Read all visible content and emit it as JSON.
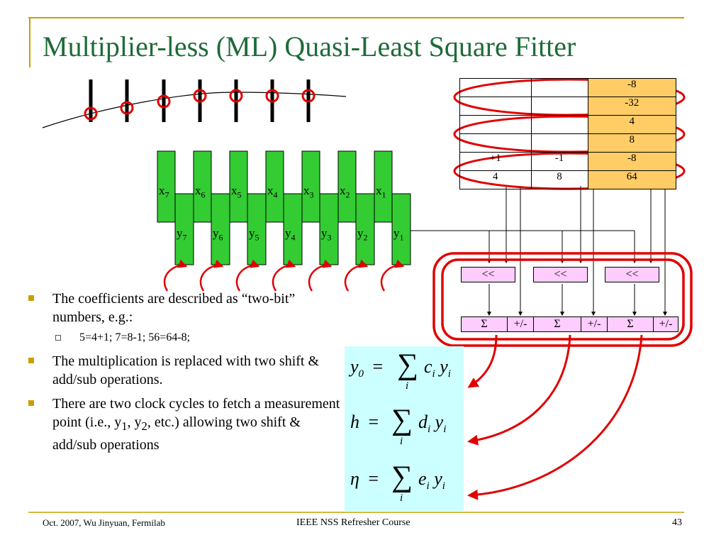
{
  "title": "Multiplier-less (ML) Quasi-Least Square Fitter",
  "registers": [
    {
      "x": "x",
      "xs": "7",
      "y": "y",
      "ys": "7"
    },
    {
      "x": "x",
      "xs": "6",
      "y": "y",
      "ys": "6"
    },
    {
      "x": "x",
      "xs": "5",
      "y": "y",
      "ys": "5"
    },
    {
      "x": "x",
      "xs": "4",
      "y": "y",
      "ys": "4"
    },
    {
      "x": "x",
      "xs": "3",
      "y": "y",
      "ys": "3"
    },
    {
      "x": "x",
      "xs": "2",
      "y": "y",
      "ys": "2"
    },
    {
      "x": "x",
      "xs": "1",
      "y": "y",
      "ys": "1"
    }
  ],
  "coeff_table": {
    "rows": [
      [
        "",
        "",
        "-8"
      ],
      [
        "",
        "",
        "-32"
      ],
      [
        "",
        "",
        "4"
      ],
      [
        "",
        "",
        "8"
      ],
      [
        "+1",
        "-1",
        "-8"
      ],
      [
        "4",
        "8",
        "64"
      ]
    ]
  },
  "shift_label": "<<",
  "sum_label": "Σ",
  "addsub_label": "+/-",
  "bullets": [
    {
      "text": "The coefficients are described as “two-bit” numbers, e.g.:",
      "sub": "5=4+1; 7=8-1; 56=64-8;"
    },
    {
      "text": "The multiplication is replaced with two shift & add/sub operations."
    },
    {
      "text_pre": "There are two clock cycles to fetch a measurement point (i.e., y",
      "s1": "1",
      "mid": ", y",
      "s2": "2",
      "text_post": ", etc.) allowing two shift & add/sub operations"
    }
  ],
  "equations": [
    {
      "lhs": "y",
      "lhs_sub": "0",
      "eq": "=",
      "sum": "∑",
      "index": "i",
      "coef": "c",
      "coef_sub": "i",
      "var": "y",
      "var_sub": "i"
    },
    {
      "lhs": "h",
      "lhs_sub": "",
      "eq": "=",
      "sum": "∑",
      "index": "i",
      "coef": "d",
      "coef_sub": "i",
      "var": "y",
      "var_sub": "i"
    },
    {
      "lhs": "η",
      "lhs_sub": "",
      "eq": "=",
      "sum": "∑",
      "index": "i",
      "coef": "e",
      "coef_sub": "i",
      "var": "y",
      "var_sub": "i"
    }
  ],
  "footer": {
    "left": "Oct. 2007, Wu Jinyuan, Fermilab",
    "center": "IEEE NSS Refresher Course",
    "page": "43"
  },
  "colors": {
    "title": "#1e6b39",
    "register_green": "#33cc33",
    "accent_red": "#e00000",
    "table_orange": "#ffcc66",
    "box_pink": "#ffccff",
    "eq_cyan": "#ccffff",
    "frame_gold": "#c8a000"
  }
}
